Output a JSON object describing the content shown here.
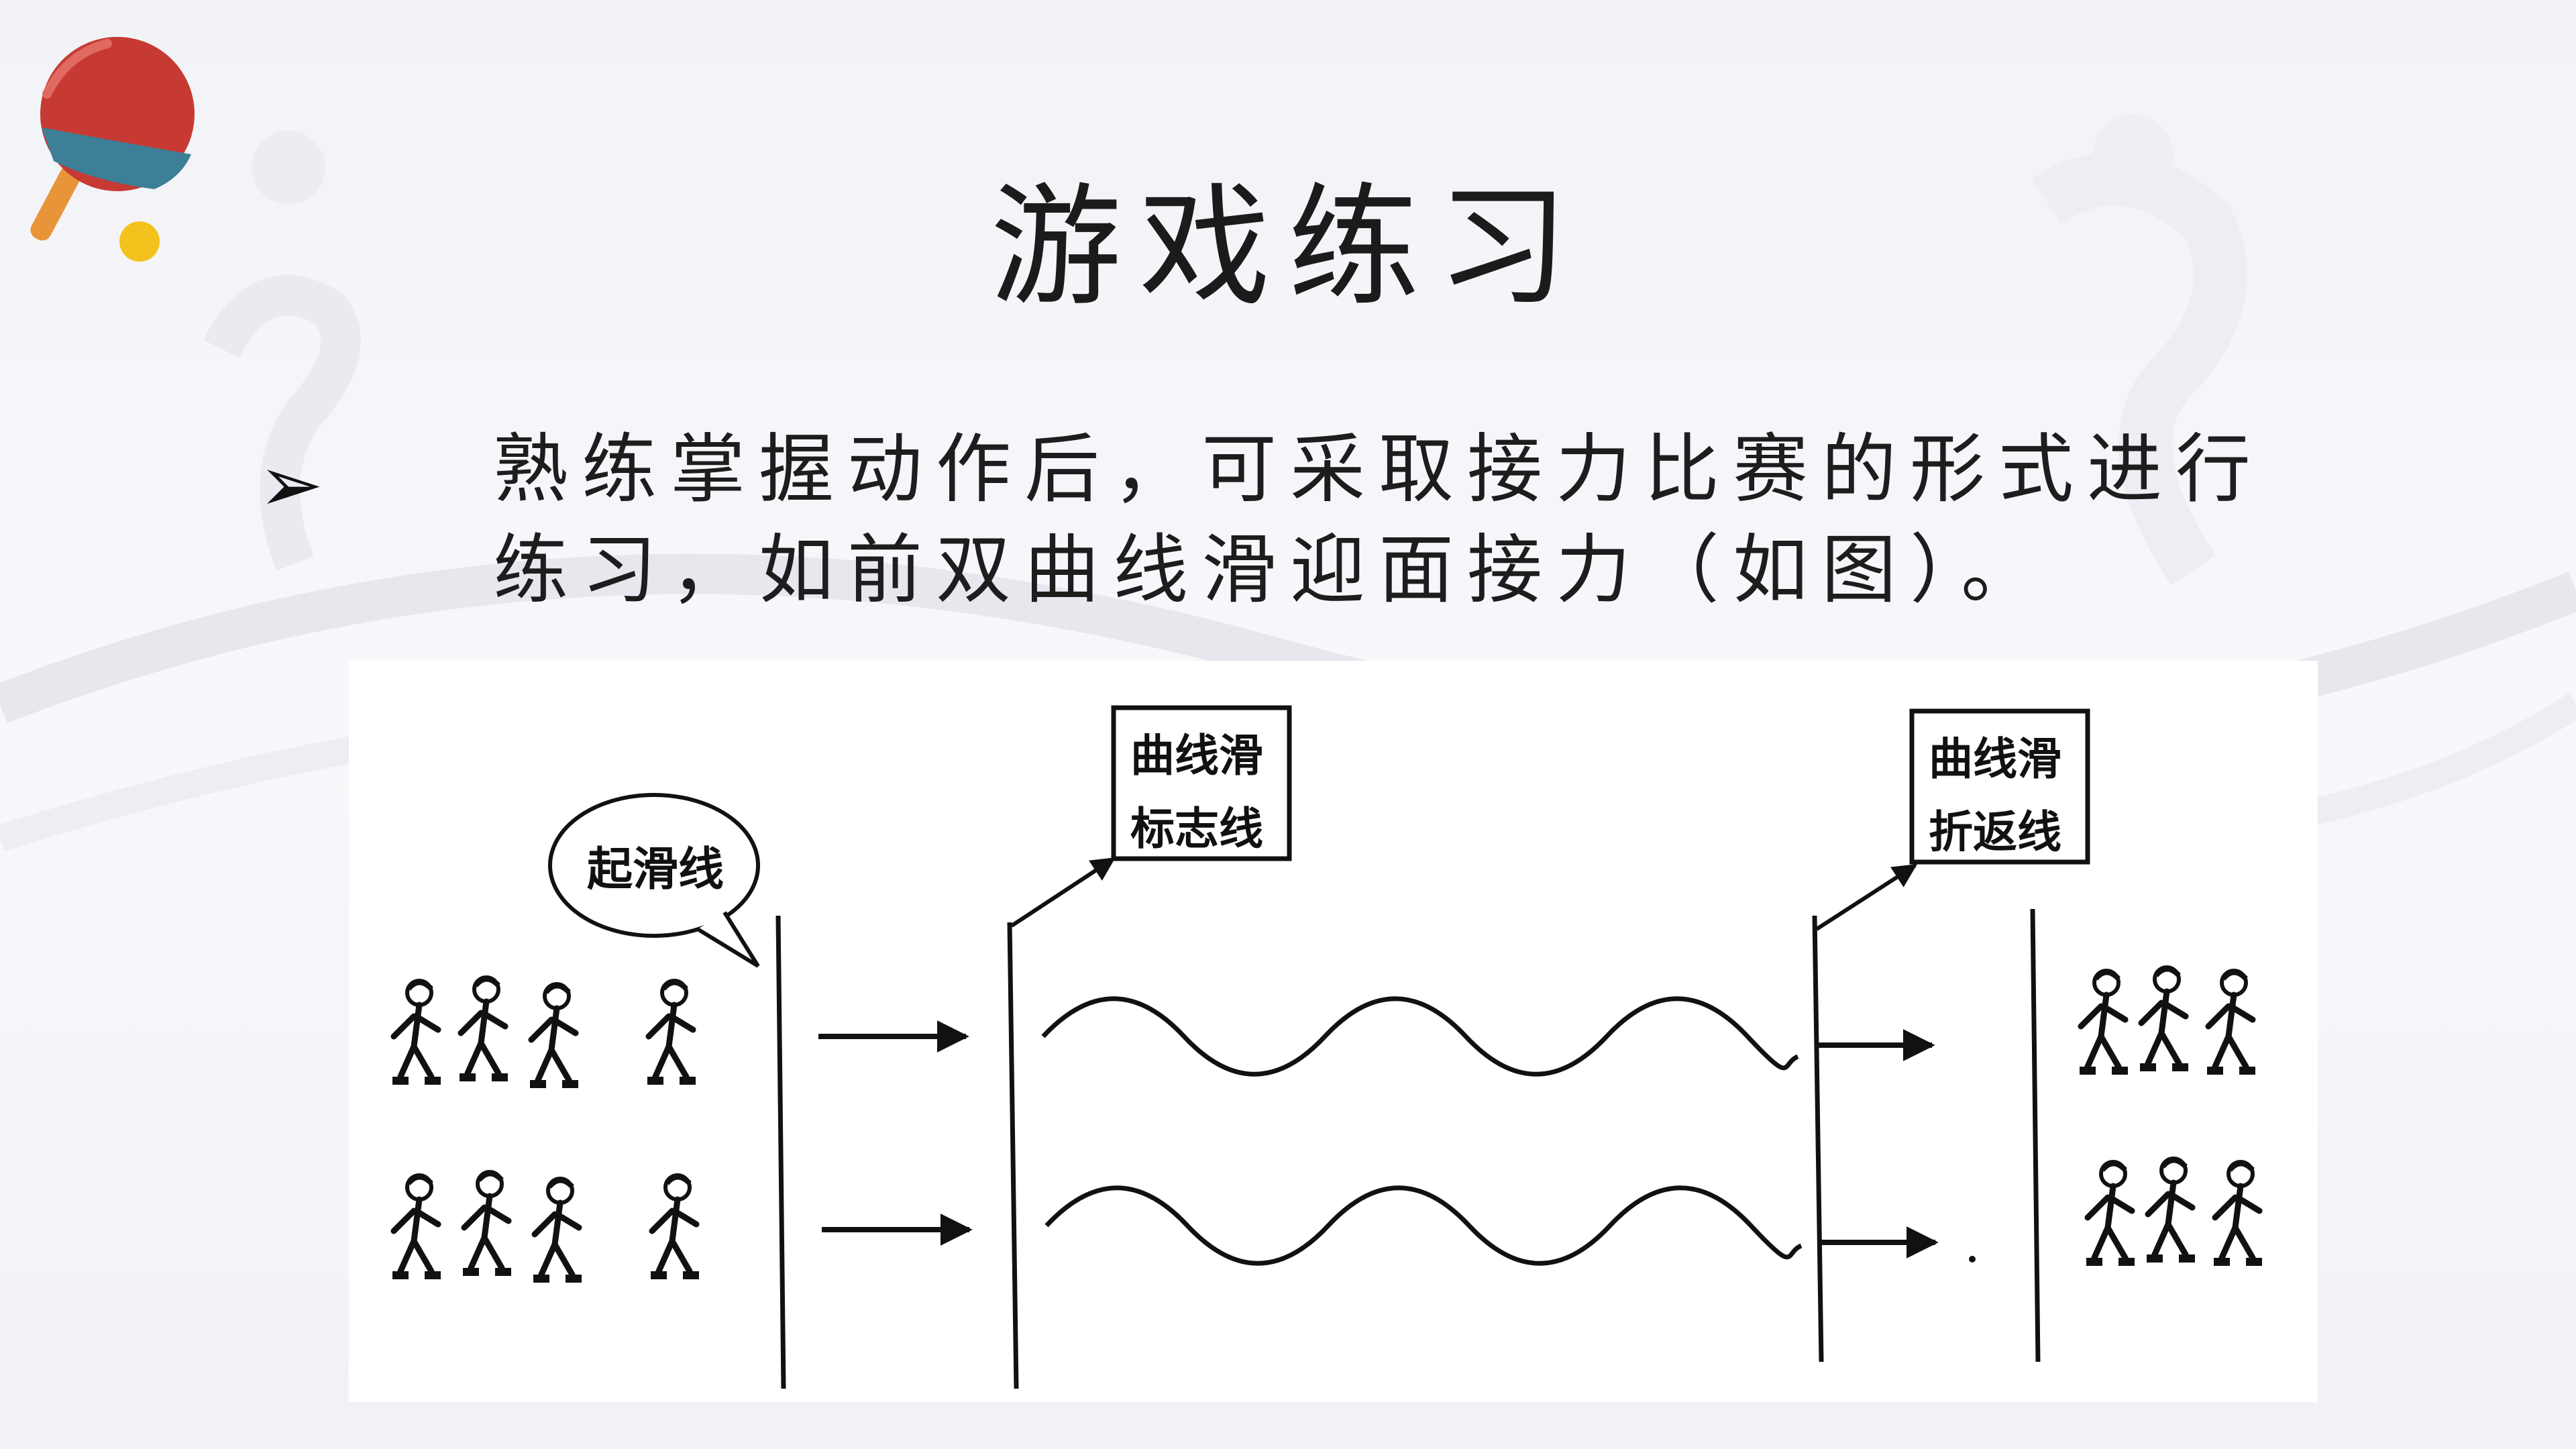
{
  "slide": {
    "title": "游戏练习",
    "bullet_symbol": "➢",
    "body_line1": "熟练掌握动作后，可采取接力比赛的形式进行",
    "body_line2": "练习，如前双曲线滑迎面接力（如图）。"
  },
  "diagram": {
    "start_label": "起滑线",
    "marker_box_1": {
      "line1": "曲线滑",
      "line2": "标志线"
    },
    "marker_box_2": {
      "line1": "曲线滑",
      "line2": "折返线"
    }
  },
  "colors": {
    "paddle_red": "#c73a33",
    "paddle_blue": "#3c7f96",
    "paddle_handle": "#e8953a",
    "ball": "#f4c21c"
  },
  "icons": {
    "logo": "ping-pong-paddle-icon"
  }
}
